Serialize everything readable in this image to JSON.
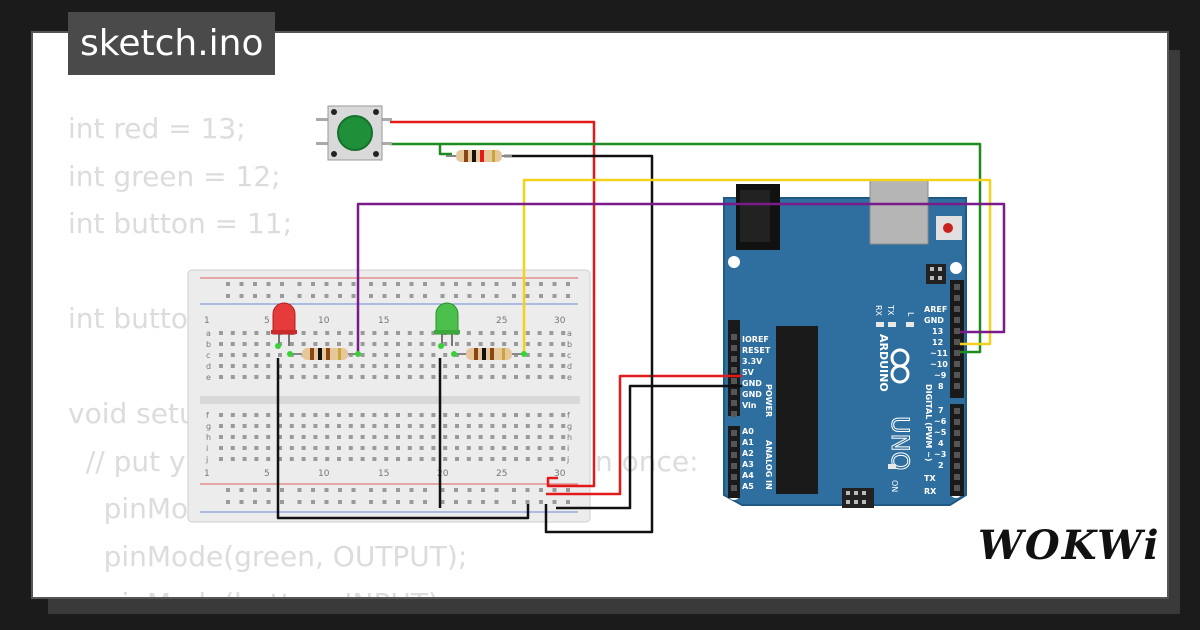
{
  "header": {
    "title": "sketch.ino"
  },
  "code_lines": [
    "int red = 13;",
    "int green = 12;",
    "int button = 11;",
    "",
    "int butto",
    "",
    "void setu",
    "  // put y                                              n once:",
    "    pinMo",
    "    pinMode(green, OUTPUT);",
    "    pinMode(button, INPUT);"
  ],
  "brand": {
    "logo_text": "WOKWi"
  },
  "arduino": {
    "brand_text": "ARDUINO",
    "model_text": "UNO",
    "power_pins": [
      "IOREF",
      "RESET",
      "3.3V",
      "5V",
      "GND",
      "GND",
      "Vin"
    ],
    "analog_pins": [
      "A0",
      "A1",
      "A2",
      "A3",
      "A4",
      "A5"
    ],
    "digital_pins_top": [
      "AREF",
      "GND",
      "13",
      "12",
      "~11",
      "~10",
      "~9",
      "8"
    ],
    "digital_pins_bottom": [
      "7",
      "~6",
      "~5",
      "4",
      "~3",
      "2",
      "TX",
      "RX"
    ],
    "power_label": "POWER",
    "analog_label": "ANALOG IN",
    "digital_label": "DIGITAL (PWM ~)",
    "tx_label": "TX",
    "rx_label": "RX",
    "l_label": "L",
    "on_label": "ON"
  },
  "breadboard": {
    "column_numbers": [
      "1",
      "5",
      "10",
      "15",
      "20",
      "25",
      "30"
    ],
    "row_letters_top": [
      "a",
      "b",
      "c",
      "d",
      "e"
    ],
    "row_letters_bottom": [
      "f",
      "g",
      "h",
      "i",
      "j"
    ]
  },
  "colors": {
    "red_wire": "#e21a1a",
    "green_wire": "#1f8a1f",
    "yellow_wire": "#f2d21b",
    "purple_wire": "#7a1b8c",
    "black_wire": "#111111",
    "arduino_blue": "#2f6f9f",
    "led_red": "#e53b3b",
    "led_green": "#4cc04c",
    "button_cap": "#1f8f3a"
  }
}
